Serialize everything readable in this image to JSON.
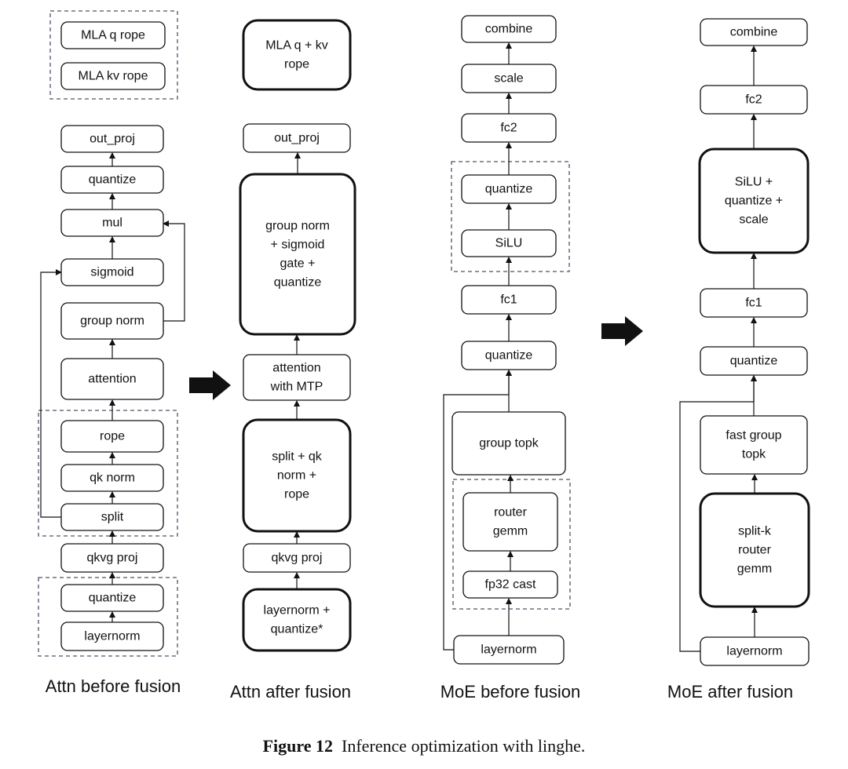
{
  "panels": [
    {
      "caption": "Attn before fusion",
      "nodes": [
        {
          "id": "a-mla-q",
          "label": "MLA q rope"
        },
        {
          "id": "a-mla-kv",
          "label": "MLA kv  rope"
        },
        {
          "id": "a-out-proj",
          "label": "out_proj"
        },
        {
          "id": "a-quantize-top",
          "label": "quantize"
        },
        {
          "id": "a-mul",
          "label": "mul"
        },
        {
          "id": "a-sigmoid",
          "label": "sigmoid"
        },
        {
          "id": "a-group-norm",
          "label": "group norm"
        },
        {
          "id": "a-attention",
          "label": "attention"
        },
        {
          "id": "a-rope",
          "label": "rope"
        },
        {
          "id": "a-qk-norm",
          "label": "qk norm"
        },
        {
          "id": "a-split",
          "label": "split"
        },
        {
          "id": "a-qkvg-proj",
          "label": "qkvg proj"
        },
        {
          "id": "a-quantize-bottom",
          "label": "quantize"
        },
        {
          "id": "a-layernorm",
          "label": "layernorm"
        }
      ]
    },
    {
      "caption": "Attn after fusion",
      "nodes": [
        {
          "id": "b-mla-qkv",
          "label": "MLA q + kv\nrope"
        },
        {
          "id": "b-out-proj",
          "label": "out_proj"
        },
        {
          "id": "b-group-norm-fused",
          "label": "group norm\n+ sigmoid\ngate +\nquantize"
        },
        {
          "id": "b-attention-mtp",
          "label": "attention\nwith MTP"
        },
        {
          "id": "b-split-fused",
          "label": "split + qk\nnorm +\nrope"
        },
        {
          "id": "b-qkvg-proj",
          "label": "qkvg proj"
        },
        {
          "id": "b-layernorm-fused",
          "label": "layernorm +\nquantize*"
        }
      ]
    },
    {
      "caption": "MoE before fusion",
      "nodes": [
        {
          "id": "c-combine",
          "label": "combine"
        },
        {
          "id": "c-scale",
          "label": "scale"
        },
        {
          "id": "c-fc2",
          "label": "fc2"
        },
        {
          "id": "c-quantize-top",
          "label": "quantize"
        },
        {
          "id": "c-silu",
          "label": "SiLU"
        },
        {
          "id": "c-fc1",
          "label": "fc1"
        },
        {
          "id": "c-quantize",
          "label": "quantize"
        },
        {
          "id": "c-group-topk",
          "label": "group topk"
        },
        {
          "id": "c-router-gemm",
          "label": "router\ngemm"
        },
        {
          "id": "c-fp32-cast",
          "label": "fp32 cast"
        },
        {
          "id": "c-layernorm",
          "label": "layernorm"
        }
      ]
    },
    {
      "caption": "MoE after fusion",
      "nodes": [
        {
          "id": "d-combine",
          "label": "combine"
        },
        {
          "id": "d-fc2",
          "label": "fc2"
        },
        {
          "id": "d-silu-fused",
          "label": "SiLU +\nquantize +\nscale"
        },
        {
          "id": "d-fc1",
          "label": "fc1"
        },
        {
          "id": "d-quantize",
          "label": "quantize"
        },
        {
          "id": "d-fast-group-topk",
          "label": "fast group\ntopk"
        },
        {
          "id": "d-split-k-router",
          "label": "split-k\nrouter\ngemm"
        },
        {
          "id": "d-layernorm",
          "label": "layernorm"
        }
      ]
    }
  ],
  "figure_caption": {
    "label": "Figure 12",
    "text": "Inference optimization with linghe."
  }
}
